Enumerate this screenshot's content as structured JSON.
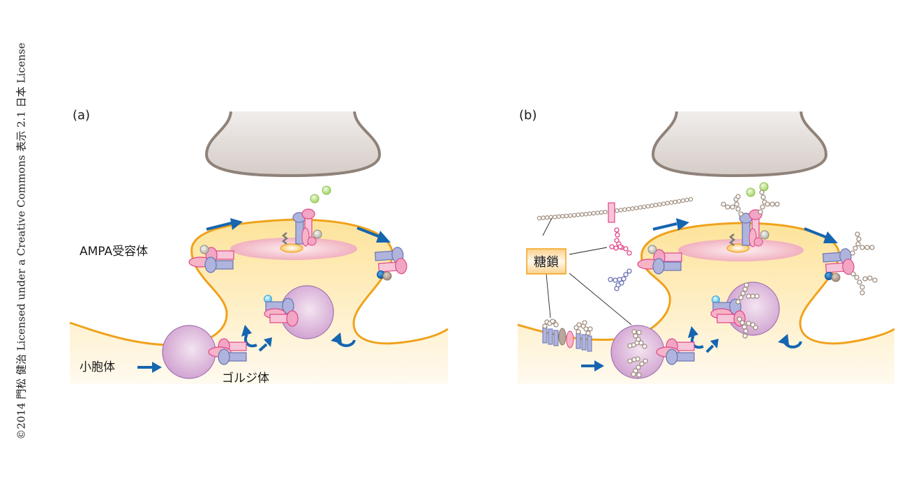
{
  "credit": "©2014 門松 健治 Licensed under a Creative Commons 表示 2.1 日本 License",
  "panels": [
    {
      "id": "a",
      "label": "(a)",
      "labels": {
        "ampa_receptor": "AMPA受容体",
        "vesicle": "小胞体",
        "golgi": "ゴルジ体"
      }
    },
    {
      "id": "b",
      "label": "(b)",
      "labels": {
        "glycan": "糖鎖"
      }
    }
  ],
  "colors": {
    "membrane": "#f0a21c",
    "cytoplasm": "#fde9a8",
    "psd": "#f3b6c3",
    "presynaptic": "#e2ddd9",
    "presynaptic_stroke": "#8f8279",
    "vesicle": "#d6a9d6",
    "vesicle_stroke": "#a070b0",
    "arrow": "#1565b0",
    "receptor_blue": "#aeb4dc",
    "receptor_pink": "#f2a6c4",
    "glutamate": "#b8de82",
    "sugar_gray": "#b6a99d",
    "glycan_box": "#fbd595"
  }
}
